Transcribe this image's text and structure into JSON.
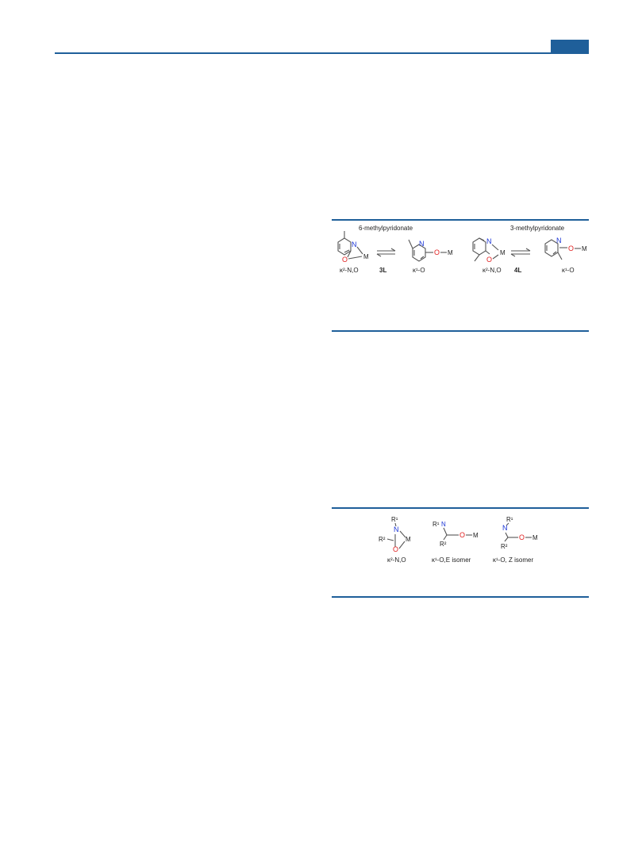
{
  "scheme1": {
    "title_left": "6-methylpyridonate",
    "title_right": "3-methylpyridonate",
    "label_kappa2": "κ²-N,O",
    "label_kappa1": "κ¹-O",
    "compound_left": "3L",
    "compound_right": "4L",
    "atom_N": "N",
    "atom_O": "O",
    "atom_M": "M"
  },
  "scheme2": {
    "label_kappa2": "κ²-N,O",
    "label_E": "κ¹-O,E isomer",
    "label_Z": "κ¹-O, Z isomer",
    "atom_R1": "R¹",
    "atom_R2": "R²",
    "atom_N": "N",
    "atom_O": "O",
    "atom_M": "M"
  }
}
